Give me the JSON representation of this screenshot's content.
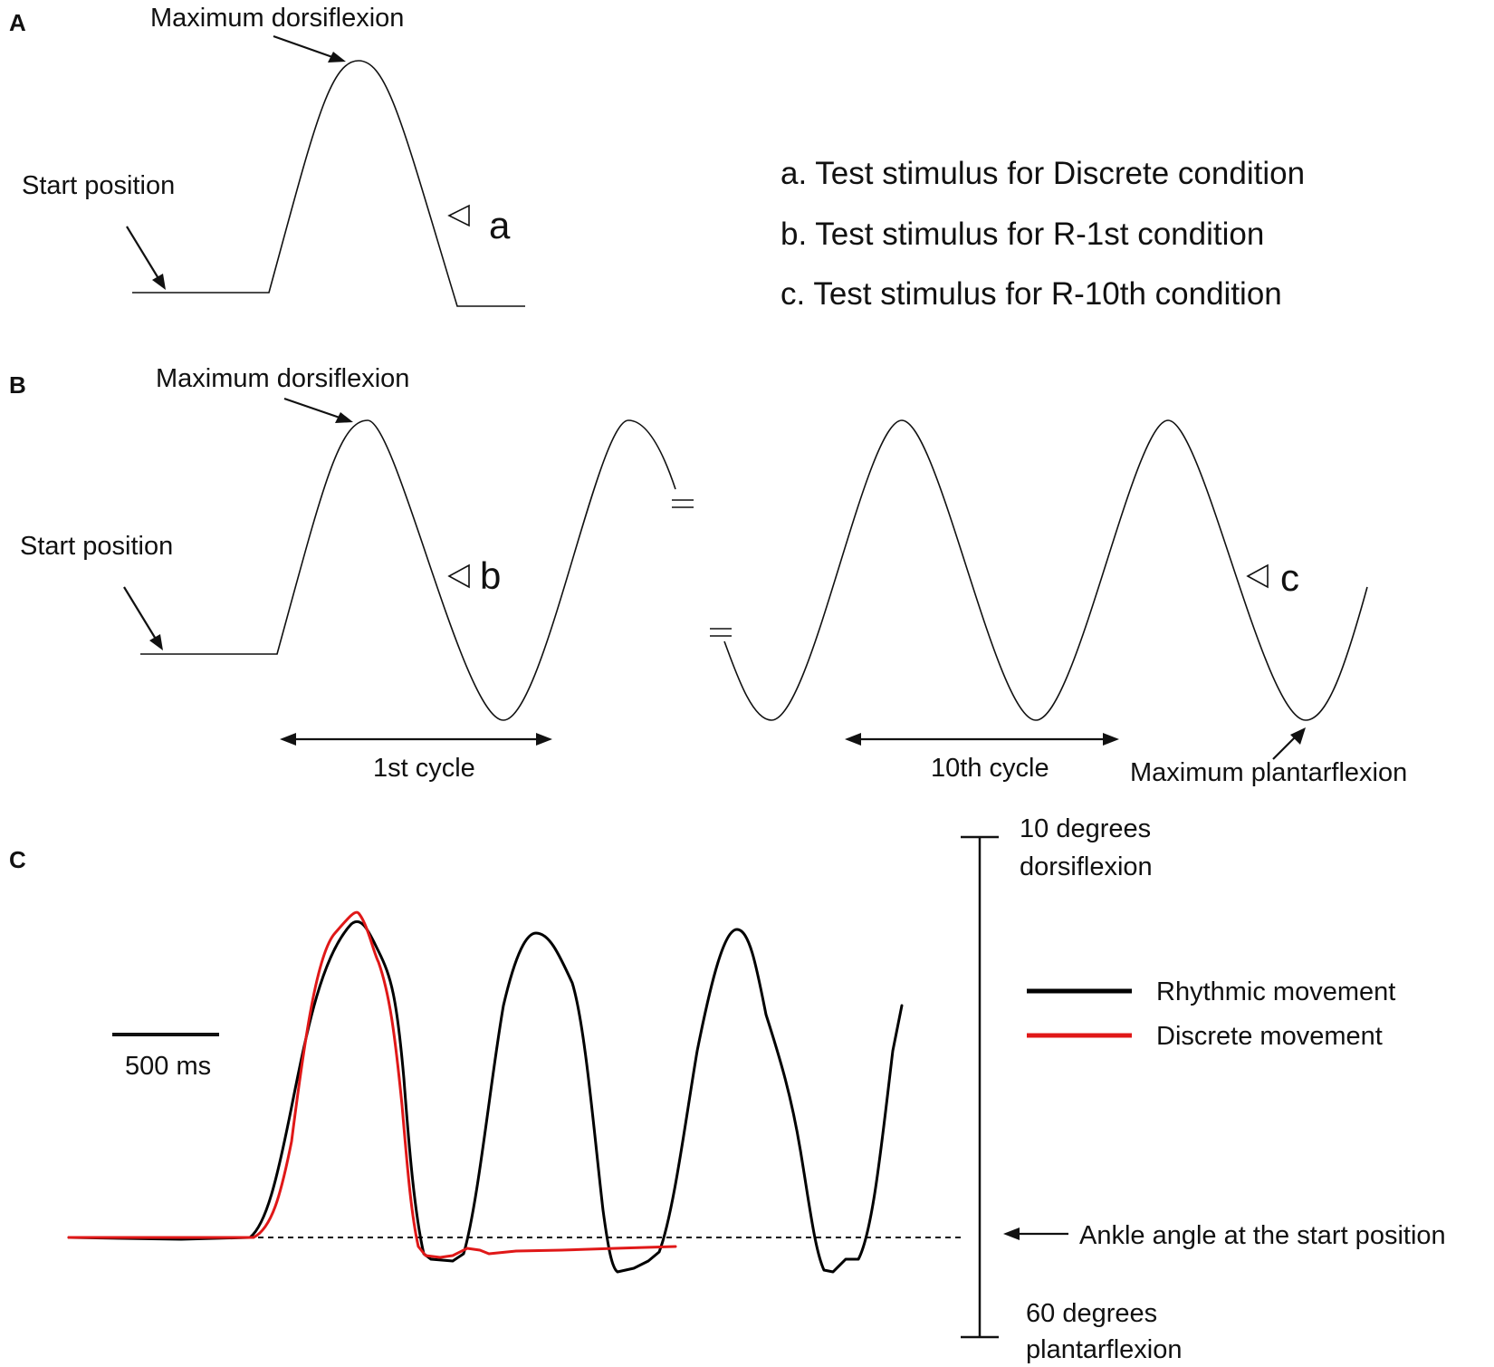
{
  "panels": {
    "A": {
      "letter": "A",
      "max_dorsiflexion": "Maximum dorsiflexion",
      "start_position": "Start position",
      "marker": "a"
    },
    "B": {
      "letter": "B",
      "max_dorsiflexion": "Maximum dorsiflexion",
      "start_position": "Start position",
      "marker_b": "b",
      "marker_c": "c",
      "cycle_1": "1st cycle",
      "cycle_10": "10th cycle",
      "max_plantarflexion": "Maximum plantarflexion"
    },
    "C": {
      "letter": "C",
      "scale_bar": "500 ms",
      "top_label_1": "10 degrees",
      "top_label_2": "dorsiflexion",
      "bottom_label_1": "60 degrees",
      "bottom_label_2": "plantarflexion",
      "start_angle": "Ankle angle at the start position",
      "legend": [
        {
          "label": "Rhythmic movement",
          "color": "#000000"
        },
        {
          "label": "Discrete movement",
          "color": "#e01818"
        }
      ]
    }
  },
  "stimulus_key": [
    "a. Test stimulus for Discrete condition",
    "b. Test stimulus for R-1st condition",
    "c. Test stimulus for R-10th condition"
  ],
  "colors": {
    "rhythmic": "#000000",
    "discrete": "#e01818"
  }
}
